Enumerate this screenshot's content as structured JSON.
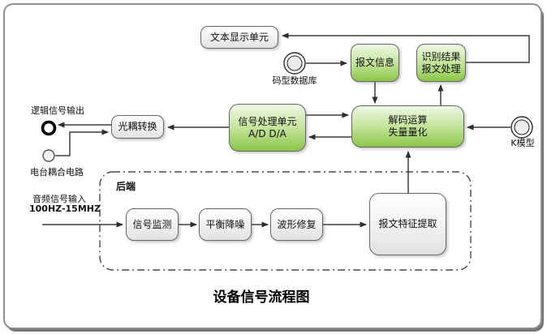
{
  "title": "设备信号流程图",
  "nodes": {
    "text_display": {
      "label": "文本显示单元"
    },
    "msg_info": {
      "label": "报文信息"
    },
    "result_processing": {
      "line1": "识别结果",
      "line2": "报文处理"
    },
    "signal_processing": {
      "line1": "信号处理单元",
      "line2": "A/D D/A"
    },
    "decode": {
      "line1": "解码运算",
      "line2": "失量量化"
    },
    "opto": {
      "label": "光耦转换"
    },
    "signal_monitor": {
      "label": "信号监测"
    },
    "noise_reduction": {
      "label": "平衡降噪"
    },
    "waveform_repair": {
      "label": "波形修复"
    },
    "feature_extraction": {
      "label": "报文特征提取"
    }
  },
  "labels": {
    "logic_output": "逻辑信号输出",
    "radio_coupling": "电台耦合电路",
    "audio_input_line1": "音频信号输入",
    "audio_input_line2": "100HZ-15MHZ",
    "code_db": "码型数据库",
    "k_model": "K模型",
    "backend": "后端"
  },
  "colors": {
    "node_green": "#8bc64a",
    "node_green_light": "#f0f8e5",
    "node_gray": "#e2e2e2",
    "line": "#3f3f3f",
    "frame_border": "#8f8f8f"
  }
}
